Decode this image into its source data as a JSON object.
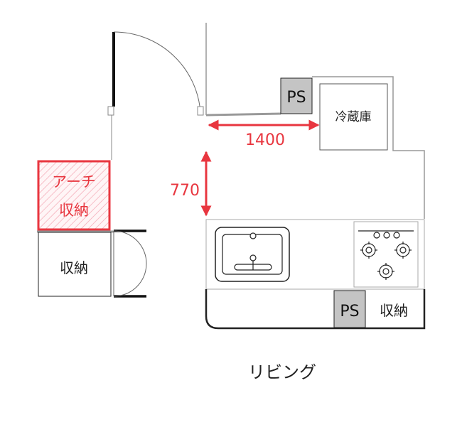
{
  "labels": {
    "arch_storage_line1": "アーチ",
    "arch_storage_line2": "収納",
    "storage_left": "収納",
    "refrigerator": "冷蔵庫",
    "ps_top": "PS",
    "ps_bottom": "PS",
    "storage_bottom": "収納",
    "living": "リビング"
  },
  "dimensions": {
    "width": "1400",
    "depth": "770"
  },
  "colors": {
    "accent": "#e8363f",
    "ps_fill": "#c4c4c4",
    "wall": "#9a9a9a",
    "line": "#222222"
  }
}
